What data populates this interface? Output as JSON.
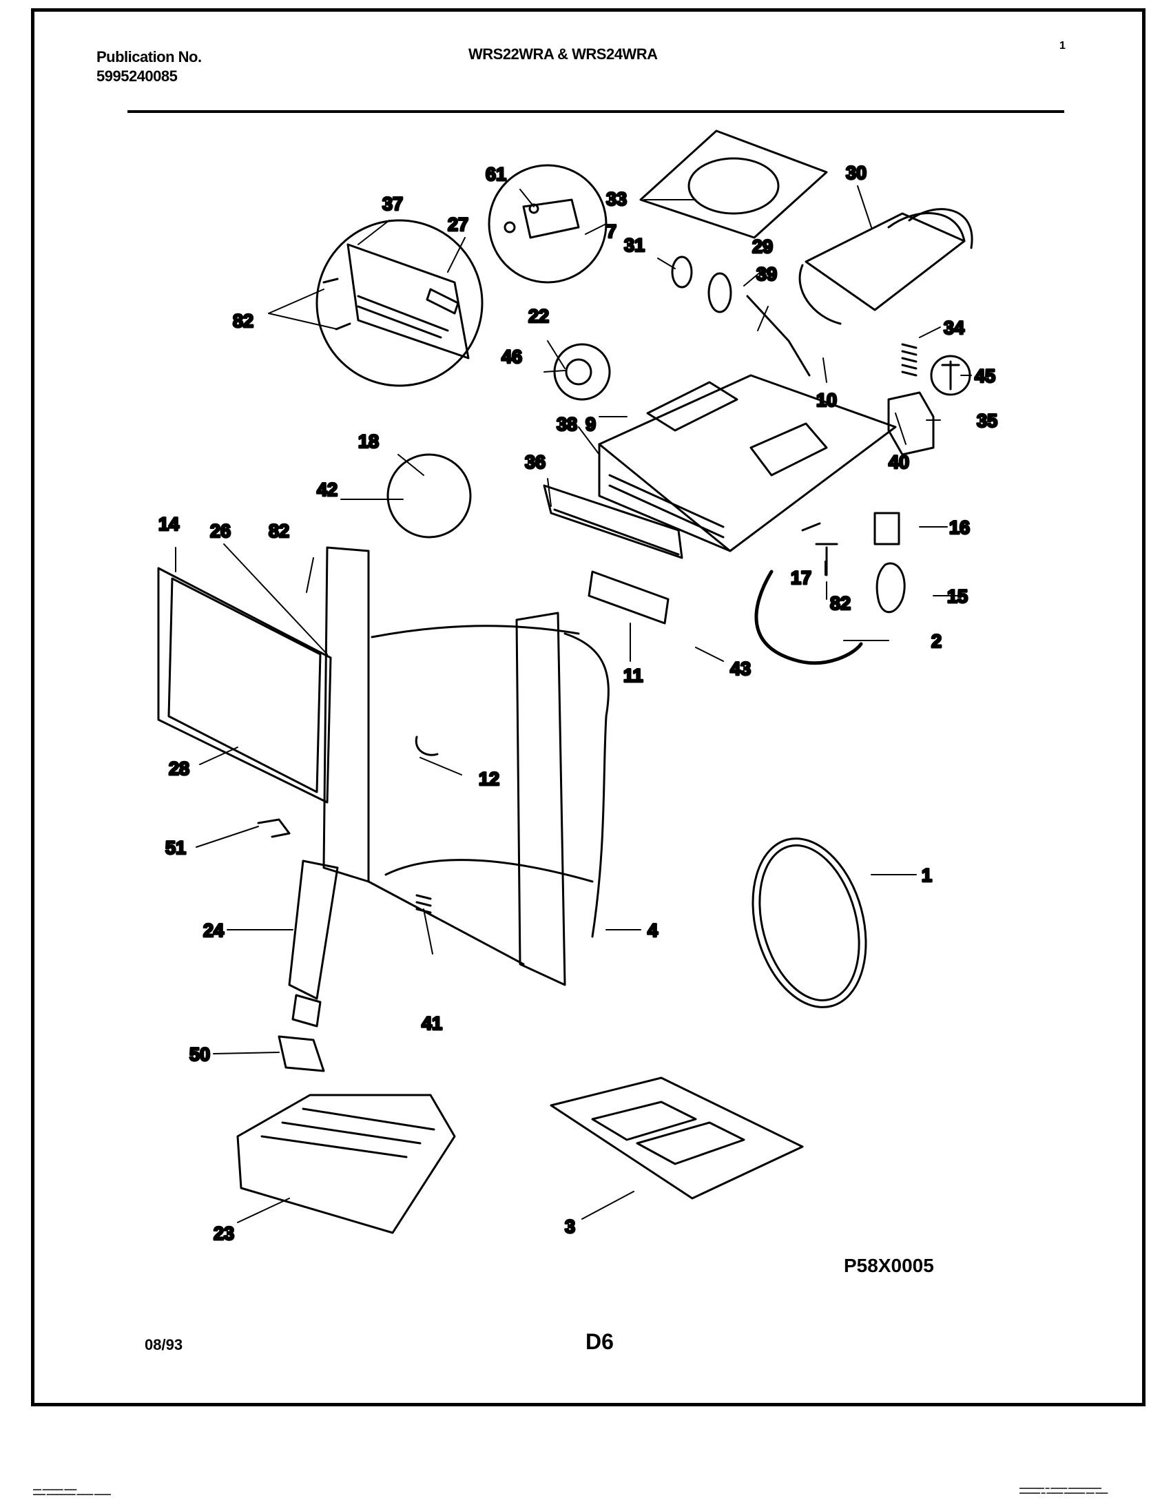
{
  "header": {
    "publication_label": "Publication No.",
    "publication_number": "5995240085",
    "models": "WRS22WRA & WRS24WRA",
    "page_number": "1"
  },
  "diagram": {
    "code": "P58X0005",
    "callouts": {
      "c1": "1",
      "c2": "2",
      "c3": "3",
      "c4": "4",
      "c7": "7",
      "c9": "9",
      "c10": "10",
      "c11": "11",
      "c12": "12",
      "c14": "14",
      "c15": "15",
      "c16": "16",
      "c17": "17",
      "c18": "18",
      "c22": "22",
      "c23": "23",
      "c24": "24",
      "c26": "26",
      "c27": "27",
      "c28": "28",
      "c29": "29",
      "c30": "30",
      "c31": "31",
      "c33": "33",
      "c34": "34",
      "c35": "35",
      "c36": "36",
      "c37": "37",
      "c38": "38",
      "c39": "39",
      "c40": "40",
      "c41": "41",
      "c42": "42",
      "c43": "43",
      "c45": "45",
      "c46": "46",
      "c50": "50",
      "c51": "51",
      "c61": "61",
      "c82": "82",
      "c82b": "82",
      "c82c": "82"
    }
  },
  "footer": {
    "date": "08/93",
    "page_code": "D6"
  }
}
